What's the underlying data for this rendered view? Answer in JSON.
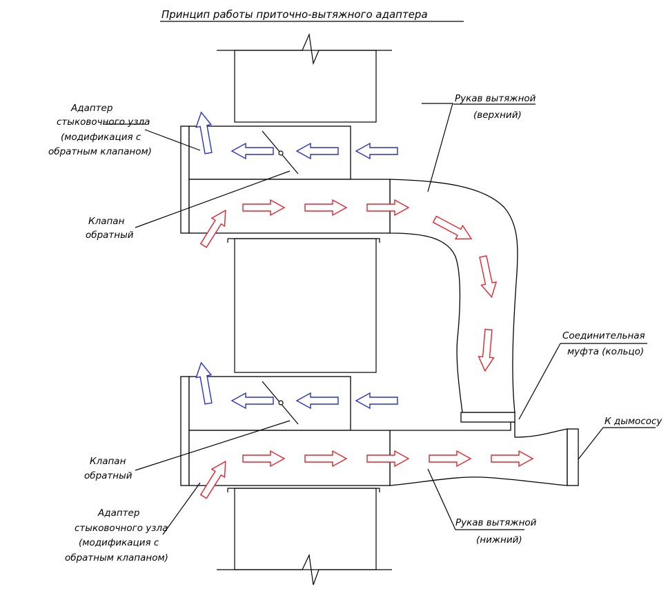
{
  "title": "Принцип работы приточно-вытяжного адаптера",
  "labels": {
    "adapter_top": [
      "Адаптер",
      "стыковочного узла",
      "(модификация с",
      "обратным клапаном)"
    ],
    "valve_top": [
      "Клапан",
      "обратный"
    ],
    "sleeve_top": [
      "Рукав вытяжной",
      "(верхний)"
    ],
    "coupling": [
      "Соединительная",
      "муфта (кольцо)"
    ],
    "exhauster": "К дымососу",
    "valve_bottom": [
      "Клапан",
      "обратный"
    ],
    "adapter_bottom": [
      "Адаптер",
      "стыковочного узла",
      "(модификация с",
      "обратным клапаном)"
    ],
    "sleeve_bottom": [
      "Рукав вытяжной",
      "(нижний)"
    ]
  },
  "colors": {
    "exhaust_flow": "#e8202a",
    "supply_flow": "#2430c8"
  }
}
